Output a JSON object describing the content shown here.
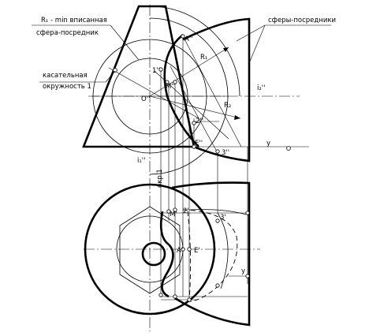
{
  "callouts": {
    "min_sphere_line1": "R₁ - min вписанная",
    "min_sphere_line2": "сфера-посредник",
    "spheres": "сферы-посредники",
    "tangent_line1": "касательная",
    "tangent_line2": "окружность 1",
    "circle1": "окр.1"
  },
  "points": {
    "A2": "A''",
    "P1_2": "1''",
    "M2": "M''",
    "O2": "O''",
    "P2_2": "2''",
    "E2": "E''",
    "P3_2": "3''",
    "M1": "M'",
    "P2_1": "2'",
    "P3_1": "3'",
    "A1": "A'",
    "E1": "E'"
  },
  "radii": {
    "r1": "R₁",
    "r2": "R₂"
  },
  "axes": {
    "i2": "i₂''",
    "i1": "i₁''",
    "y_top": "y",
    "y_bottom": "y"
  }
}
